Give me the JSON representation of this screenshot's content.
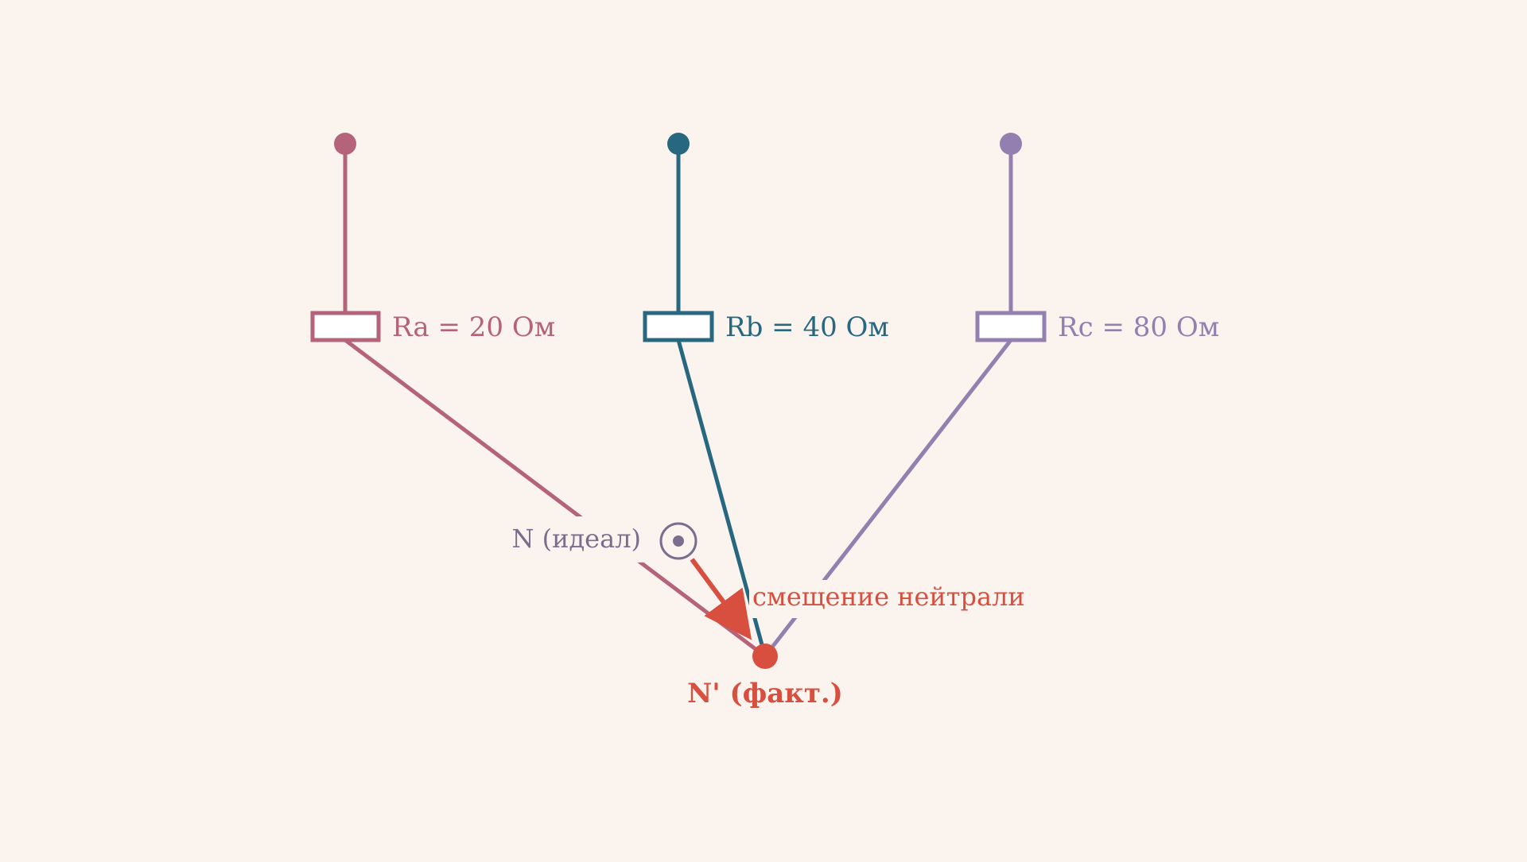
{
  "colors": {
    "background": "#fbf4ee",
    "phase_a": "#b5637a",
    "phase_b": "#276880",
    "phase_c": "#9480b0",
    "neutral_shift": "#d94f3f",
    "ideal_neutral": "#7a6e8e"
  },
  "phases": [
    {
      "id": "a",
      "resistor_label": "Ra = 20 Ом"
    },
    {
      "id": "b",
      "resistor_label": "Rb = 40 Ом"
    },
    {
      "id": "c",
      "resistor_label": "Rc = 80 Ом"
    }
  ],
  "ideal_neutral": {
    "label": "N (идеал)",
    "icon": "circle-dot-icon"
  },
  "shift": {
    "label": "смещение нейтрали",
    "icon": "arrow-icon"
  },
  "actual_neutral": {
    "label": "N' (факт.)"
  }
}
